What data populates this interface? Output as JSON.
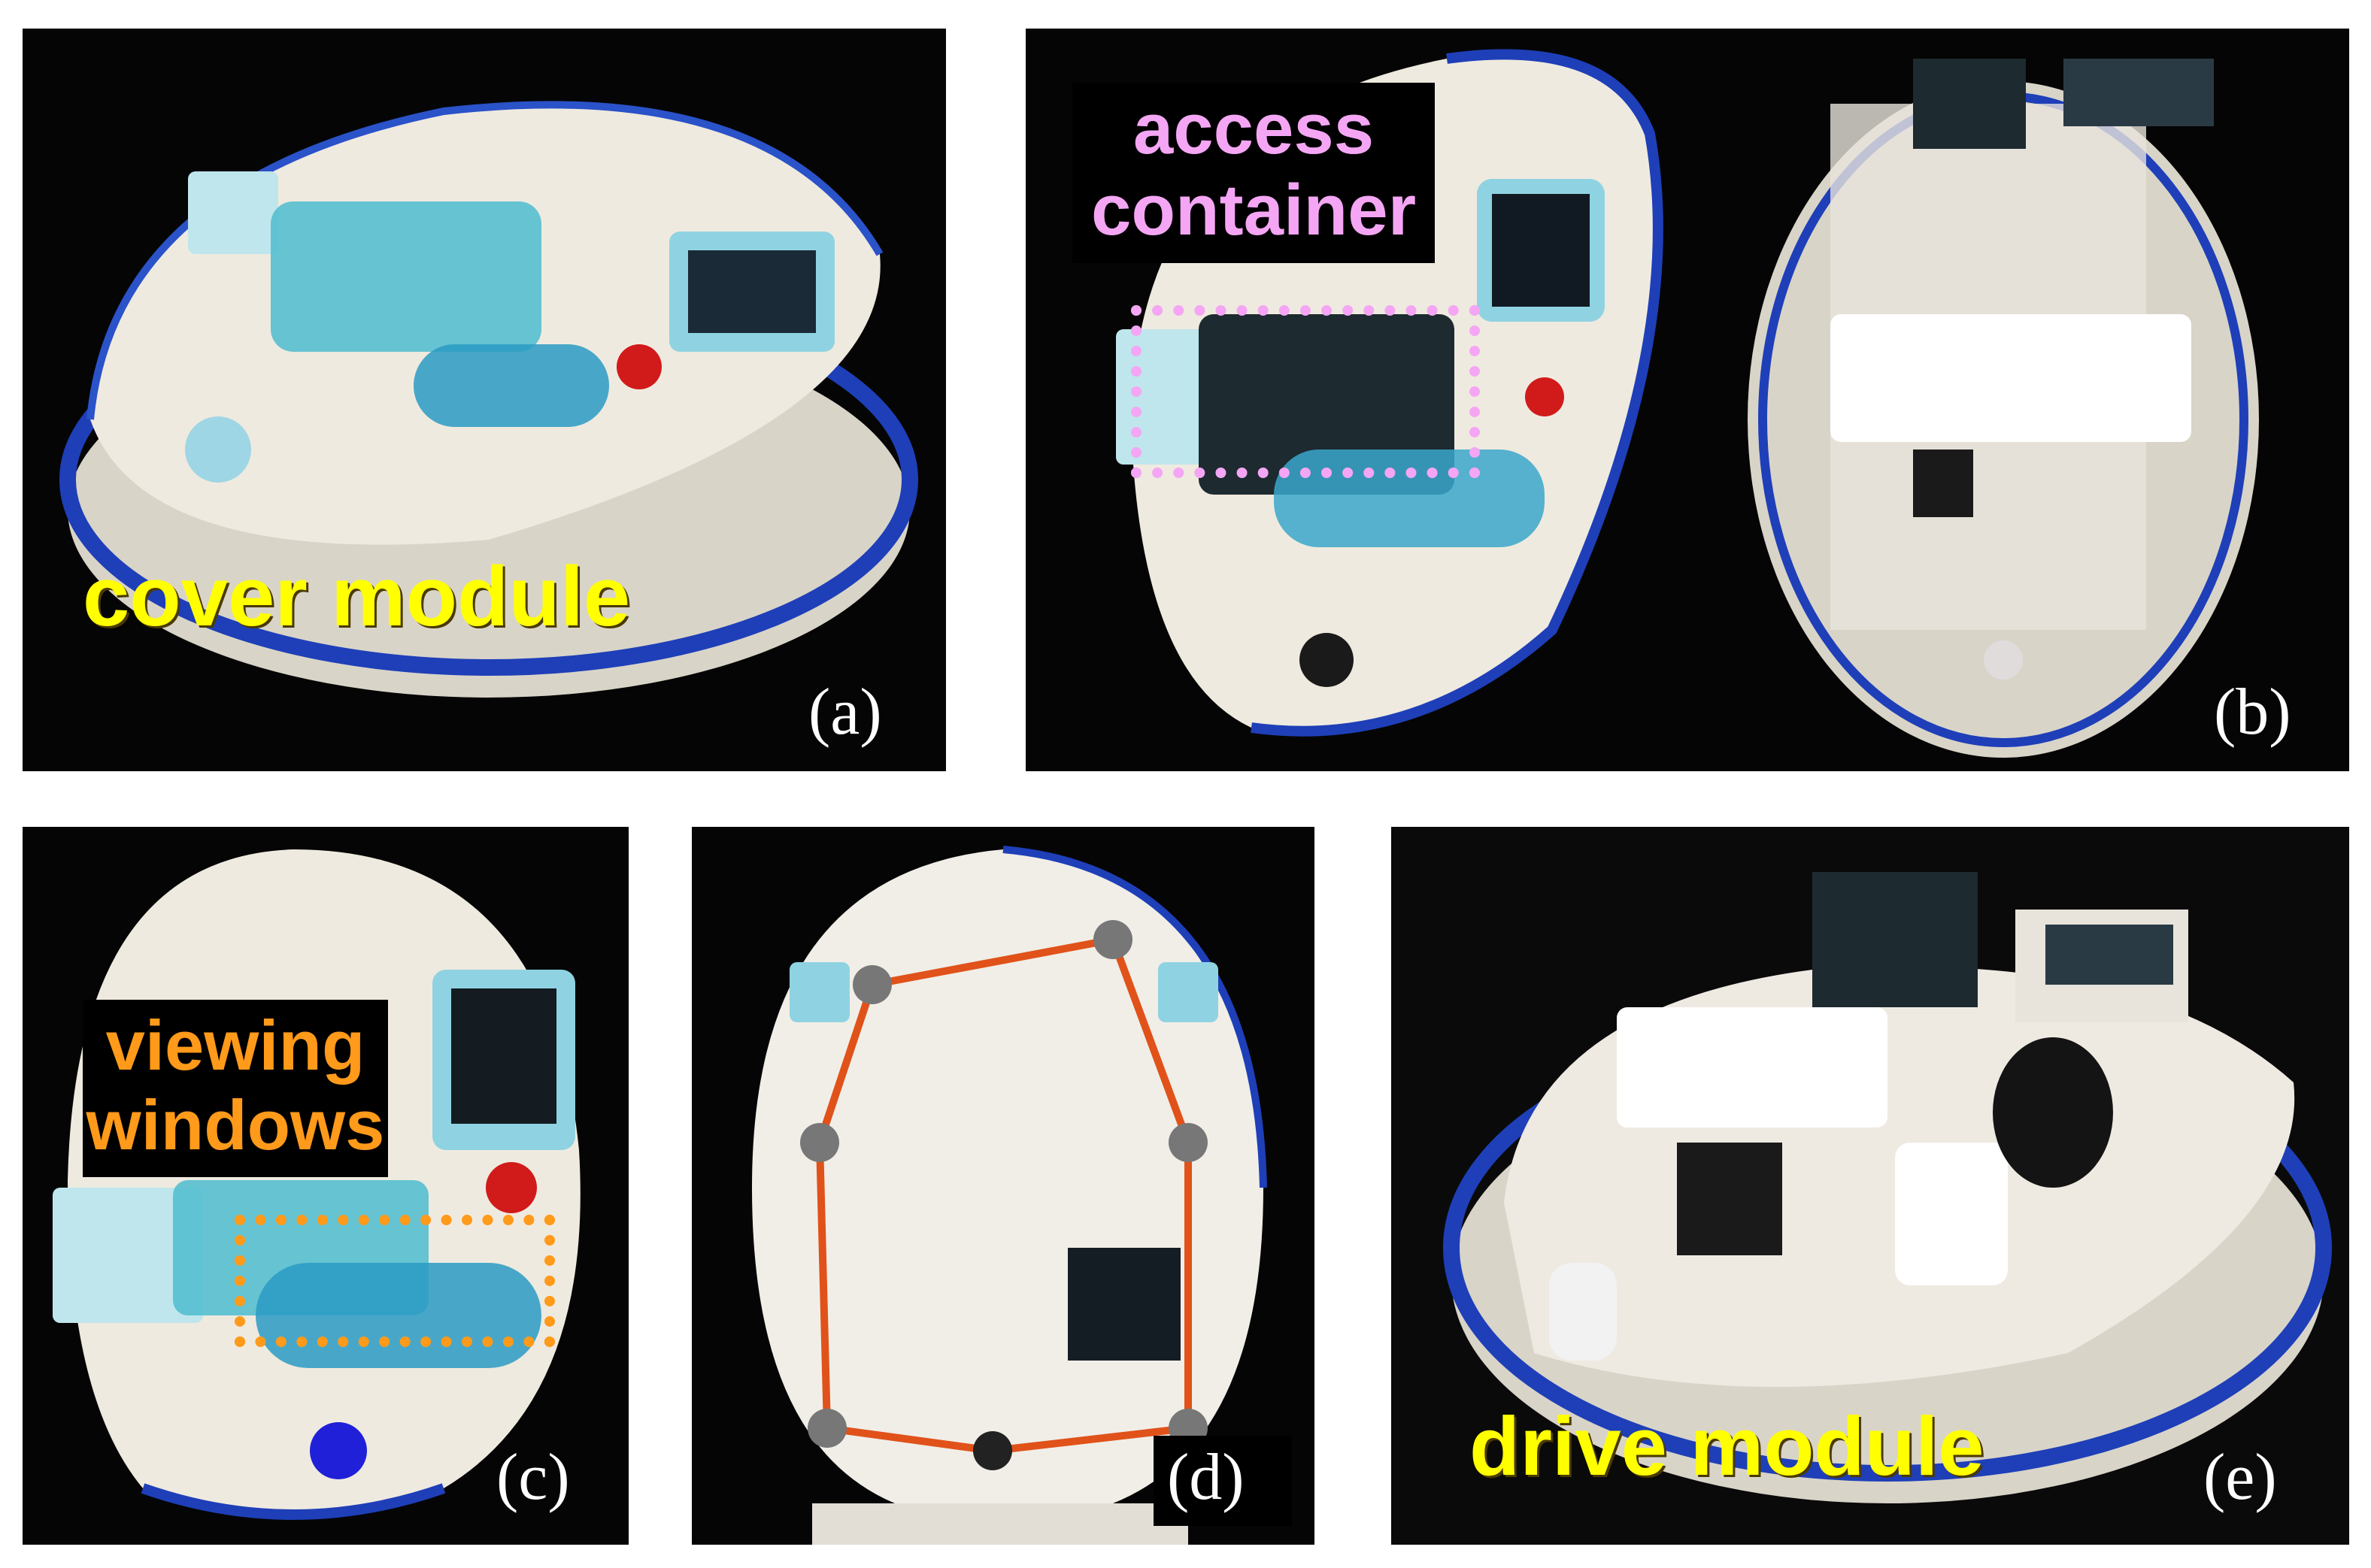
{
  "panels": {
    "a": {
      "letter": "(a)",
      "annotation": "cover module"
    },
    "b": {
      "letter": "(b)",
      "annotation_line1": "access",
      "annotation_line2": "container"
    },
    "c": {
      "letter": "(c)",
      "annotation_line1": "viewing",
      "annotation_line2": "windows"
    },
    "d": {
      "letter": "(d)"
    },
    "e": {
      "letter": "(e)",
      "annotation": "drive module"
    }
  },
  "colors": {
    "yellow_label": "#ffff00",
    "pink_label": "#f4a6f4",
    "orange_label": "#ff9a1a",
    "robot_body": "#efeadf",
    "blue_trim": "#1e3fb8"
  }
}
